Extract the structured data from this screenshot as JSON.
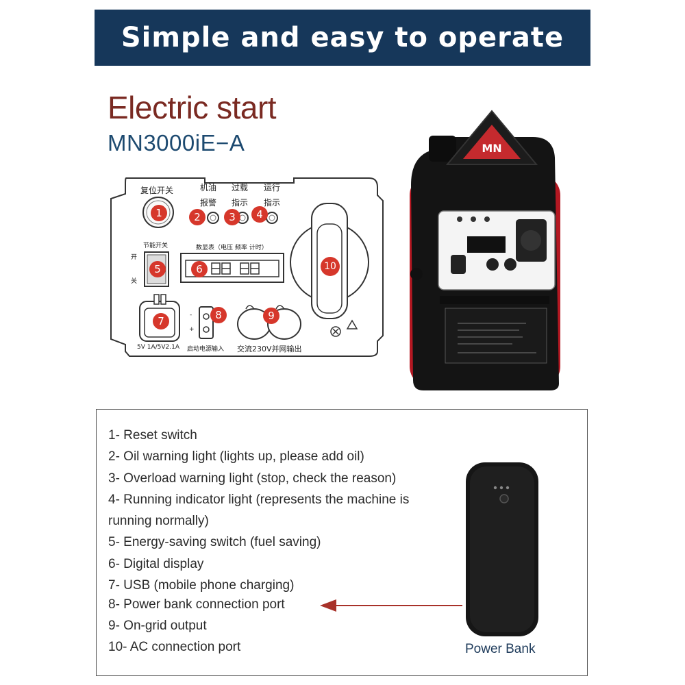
{
  "banner": {
    "text": "Simple and easy to operate"
  },
  "heading": {
    "title": "Electric start",
    "model": "MN3000iE−A"
  },
  "panel": {
    "labels": {
      "reset": "复位开关",
      "oil_l1": "机油",
      "oil_l2": "报警",
      "overload_l1": "过载",
      "overload_l2": "指示",
      "run_l1": "运行",
      "run_l2": "指示",
      "eco": "节能开关",
      "on": "开",
      "off": "关",
      "display": "数显表（电压 频率 计时）",
      "usb": "5V 1A/5V2.1A",
      "start_power": "启动电源输入",
      "ac_out": "交流230V并网输出",
      "minus": "-",
      "plus": "+"
    },
    "numbers": [
      "1",
      "2",
      "3",
      "4",
      "5",
      "6",
      "7",
      "8",
      "9",
      "10"
    ]
  },
  "generator": {
    "logo": "MN"
  },
  "legend": {
    "items": [
      "1- Reset switch",
      "2- Oil warning light (lights up, please add oil)",
      "3- Overload warning light (stop, check the reason)",
      "4- Running indicator light (represents the machine is",
      "running normally)",
      "5- Energy-saving switch (fuel saving)",
      "6- Digital display",
      "7- USB (mobile phone charging)",
      "8- Power bank connection port",
      "9- On-grid output",
      "10- AC connection port"
    ],
    "power_bank_label": "Power Bank"
  },
  "colors": {
    "banner": "#16375a",
    "title": "#7a2a22",
    "model": "#1d4a70",
    "badge": "#d6372b",
    "arrow": "#a8322a"
  }
}
